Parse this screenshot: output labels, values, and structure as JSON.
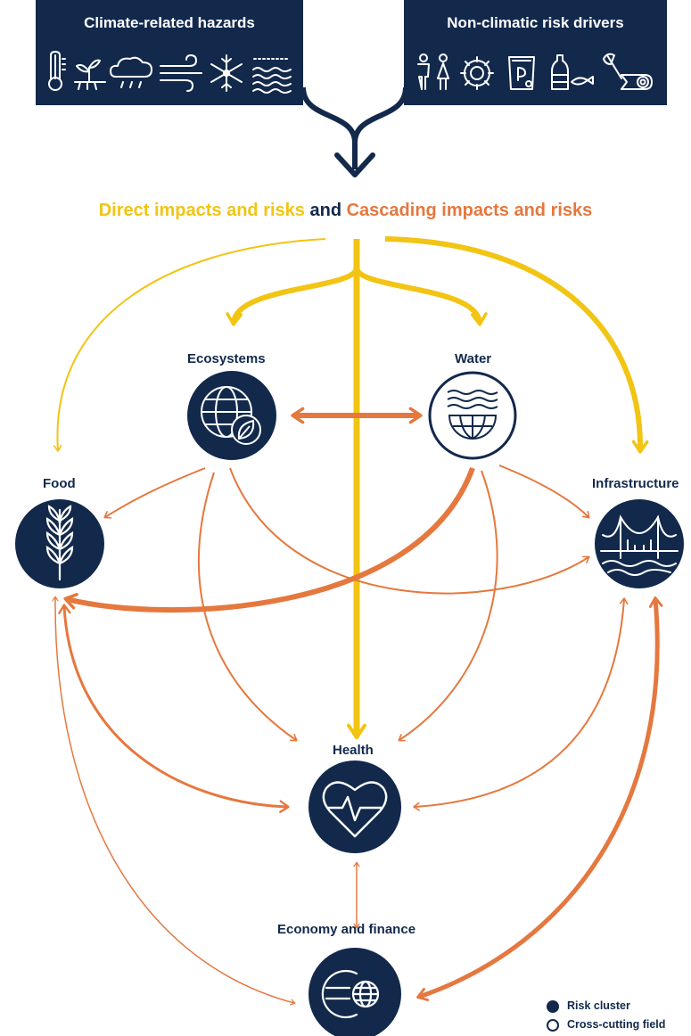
{
  "hazards_panel": {
    "title": "Climate-related hazards",
    "icons": [
      "thermometer-icon",
      "drought-plant-icon",
      "cloud-rain-icon",
      "wind-icon",
      "snowflake-icon",
      "flood-waves-icon"
    ]
  },
  "drivers_panel": {
    "title": "Non-climatic risk drivers",
    "icons": [
      "people-icon",
      "gear-icon",
      "document-icon",
      "bottle-fish-icon",
      "axe-log-icon"
    ]
  },
  "headline": {
    "direct": "Direct impacts and risks",
    "and": "and",
    "cascading": "Cascading impacts and risks"
  },
  "nodes": {
    "ecosystems": "Ecosystems",
    "water": "Water",
    "food": "Food",
    "infrastructure": "Infrastructure",
    "health": "Health",
    "economy": "Economy and finance"
  },
  "legend": {
    "risk_cluster": "Risk cluster",
    "cross_cutting": "Cross-cutting field"
  },
  "colors": {
    "navy": "#12294c",
    "yellow": "#f2c413",
    "orange": "#e5783e"
  }
}
